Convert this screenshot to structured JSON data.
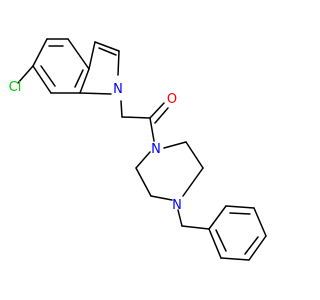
{
  "molecule": {
    "atoms": {
      "chlorine": "Cl",
      "indole_nitrogen": "N",
      "carbonyl_oxygen": "O",
      "piperazine_nitrogen_top": "N",
      "piperazine_nitrogen_bottom": "N"
    },
    "colors": {
      "bond": "#000000",
      "nitrogen": "#0000ff",
      "oxygen": "#ff0000",
      "chlorine": "#00cc00"
    }
  }
}
